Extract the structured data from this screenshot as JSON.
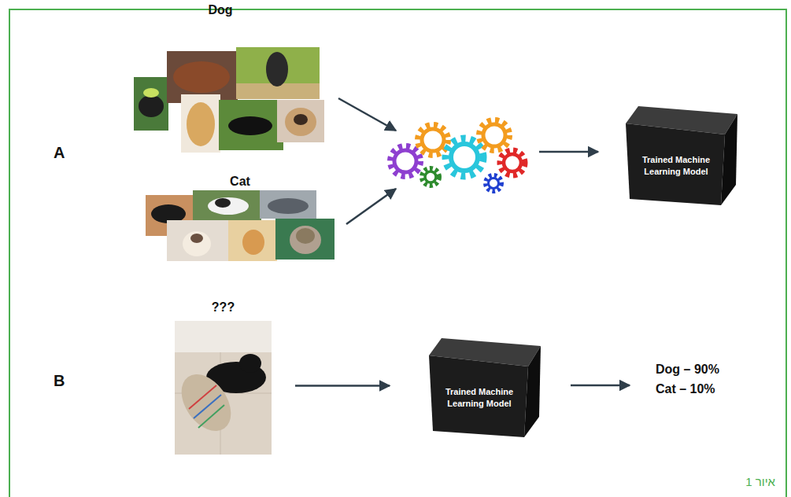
{
  "diagram": {
    "caption": "איור 1",
    "nodes": [
      {
        "text": [
          "Dog"
        ]
      },
      {
        "text": [
          "Cat"
        ]
      },
      {
        "text": [
          "Trained Machine Learning Model"
        ]
      },
      {
        "text": [
          "???"
        ]
      },
      {
        "text": [
          "Trained Machine Learning Model"
        ]
      }
    ],
    "edges": [
      {
        "from": 3,
        "to": 4,
        "arrow": "to"
      }
    ],
    "labels": [
      "A",
      "B",
      "Dog – 90%",
      "Cat – 10%"
    ]
  }
}
